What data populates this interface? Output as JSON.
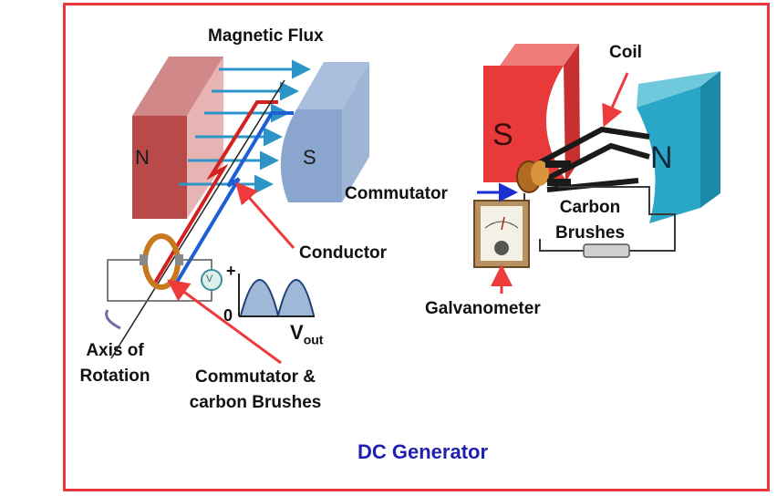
{
  "diagram": {
    "title": "DC Generator",
    "left": {
      "magnetic_flux": "Magnetic Flux",
      "north": "N",
      "south": "S",
      "conductor": "Conductor",
      "plus": "+",
      "zero": "0",
      "vout_main": "V",
      "vout_sub": "out",
      "meter": "V",
      "axis_line1": "Axis of",
      "axis_line2": "Rotation",
      "comm_line1": "Commutator &",
      "comm_line2": "carbon Brushes"
    },
    "right": {
      "coil": "Coil",
      "south": "S",
      "north": "N",
      "commutator": "Commutator",
      "carbon_line1": "Carbon",
      "carbon_line2": "Brushes",
      "galvanometer": "Galvanometer"
    }
  },
  "colors": {
    "frame": "#e8383d",
    "arrow": "#ee3a3a",
    "title": "#1f1fb0",
    "north_magnet": "#b84a4a",
    "south_magnet": "#8aa6cf",
    "red_magnet": "#e83a3a",
    "teal_magnet": "#2aa7c7",
    "flux": "#2b95c8"
  }
}
